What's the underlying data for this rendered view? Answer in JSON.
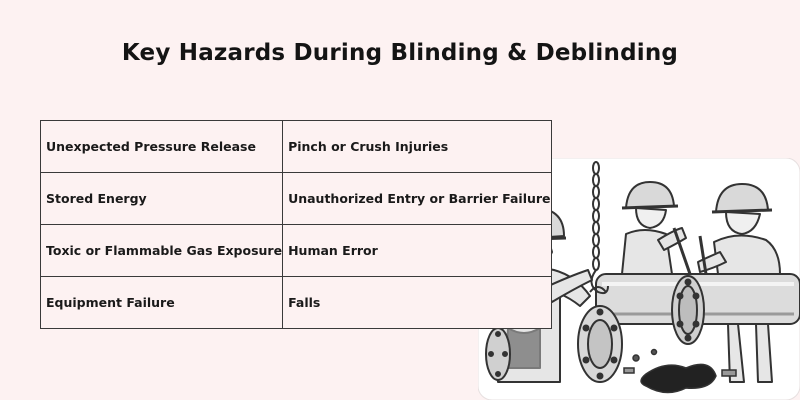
{
  "title": "Key Hazards During Blinding & Deblinding",
  "hazards": [
    [
      "Unexpected Pressure Release",
      "Pinch or Crush Injuries"
    ],
    [
      "Stored Energy",
      "Unauthorized Entry or Barrier Failure"
    ],
    [
      "Toxic or Flammable Gas Exposure",
      "Human Error"
    ],
    [
      "Equipment Failure",
      "Falls"
    ]
  ],
  "colors": {
    "background": "#fdf2f2",
    "text": "#141414",
    "border": "#3a3a3a",
    "illustration_bg": "#ffffff"
  },
  "illustration": "workers-lifting-pipe-blind-with-chain-hoist"
}
